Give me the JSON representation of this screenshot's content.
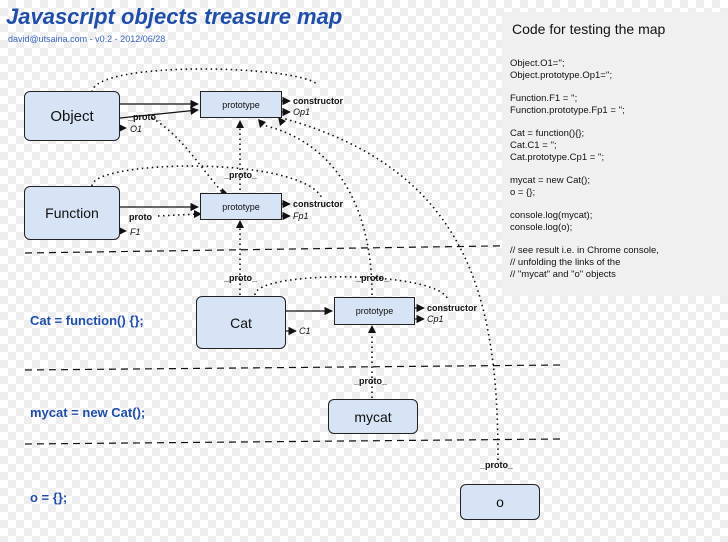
{
  "header": {
    "title": "Javascript objects treasure map",
    "subtitle": "david@utsaina.com - v0.2 - 2012/06/28"
  },
  "code_panel": {
    "title": "Code for testing the map",
    "lines": [
      "Object.O1='';",
      "Object.prototype.Op1='';",
      "",
      "Function.F1 = '';",
      "Function.prototype.Fp1 = '';",
      "",
      "Cat = function(){};",
      "Cat.C1 = '';",
      "Cat.prototype.Cp1 = '';",
      "",
      "mycat = new Cat();",
      "o = {};",
      "",
      "console.log(mycat);",
      "console.log(o);",
      "",
      "// see result i.e. in Chrome console,",
      "// unfolding the links of the",
      "// \"mycat\" and \"o\" objects"
    ]
  },
  "nodes": {
    "object": "Object",
    "object_prototype": "prototype",
    "function": "Function",
    "function_prototype": "prototype",
    "cat": "Cat",
    "cat_prototype": "prototype",
    "mycat": "mycat",
    "o": "o"
  },
  "labels": {
    "object_proto": "_proto_",
    "object_o1": "O1",
    "object_constructor": "constructor",
    "object_op1": "Op1",
    "fproto_above": "_proto_",
    "function_proto": "proto",
    "function_f1": "F1",
    "function_constructor": "constructor",
    "function_fp1": "Fp1",
    "cat_proto": "_proto_",
    "cat_c1": "C1",
    "catproto_proto": "_proto_",
    "cat_constructor": "constructor",
    "cat_cp1": "Cp1",
    "mycat_proto": "_proto_",
    "o_proto": "_proto_"
  },
  "statements": {
    "cat": "Cat = function() {};",
    "mycat": "mycat = new Cat();",
    "o": "o = {};"
  }
}
